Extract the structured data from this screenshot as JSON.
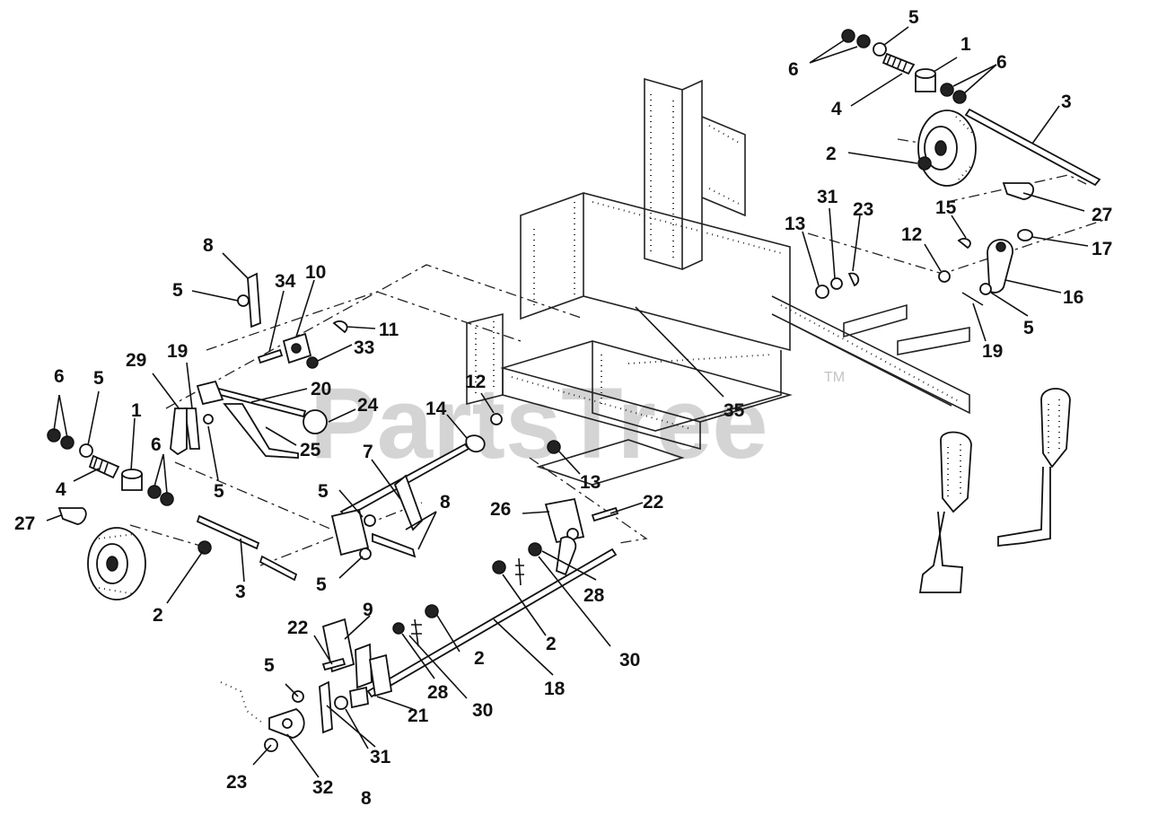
{
  "watermark": {
    "text": "PartsTree",
    "mark": "TM"
  },
  "callouts": {
    "c1a": "1",
    "c1b": "1",
    "c2a": "2",
    "c2b": "2",
    "c2c": "2",
    "c2d": "2",
    "c3a": "3",
    "c3b": "3",
    "c4a": "4",
    "c4b": "4",
    "c5a": "5",
    "c5b": "5",
    "c5c": "5",
    "c5d": "5",
    "c5e": "5",
    "c5f": "5",
    "c5g": "5",
    "c5h": "5",
    "c6a": "6",
    "c6b": "6",
    "c6c": "6",
    "c6d": "6",
    "c7": "7",
    "c8a": "8",
    "c8b": "8",
    "c8c": "8",
    "c9": "9",
    "c10": "10",
    "c11": "11",
    "c12a": "12",
    "c12b": "12",
    "c13a": "13",
    "c13b": "13",
    "c14": "14",
    "c15": "15",
    "c16": "16",
    "c17": "17",
    "c18": "18",
    "c19a": "19",
    "c19b": "19",
    "c20": "20",
    "c21": "21",
    "c22a": "22",
    "c22b": "22",
    "c23a": "23",
    "c23b": "23",
    "c24": "24",
    "c25": "25",
    "c26": "26",
    "c27a": "27",
    "c27b": "27",
    "c28a": "28",
    "c28b": "28",
    "c29": "29",
    "c30a": "30",
    "c30b": "30",
    "c31a": "31",
    "c31b": "31",
    "c32": "32",
    "c33": "33",
    "c34": "34",
    "c35": "35"
  }
}
